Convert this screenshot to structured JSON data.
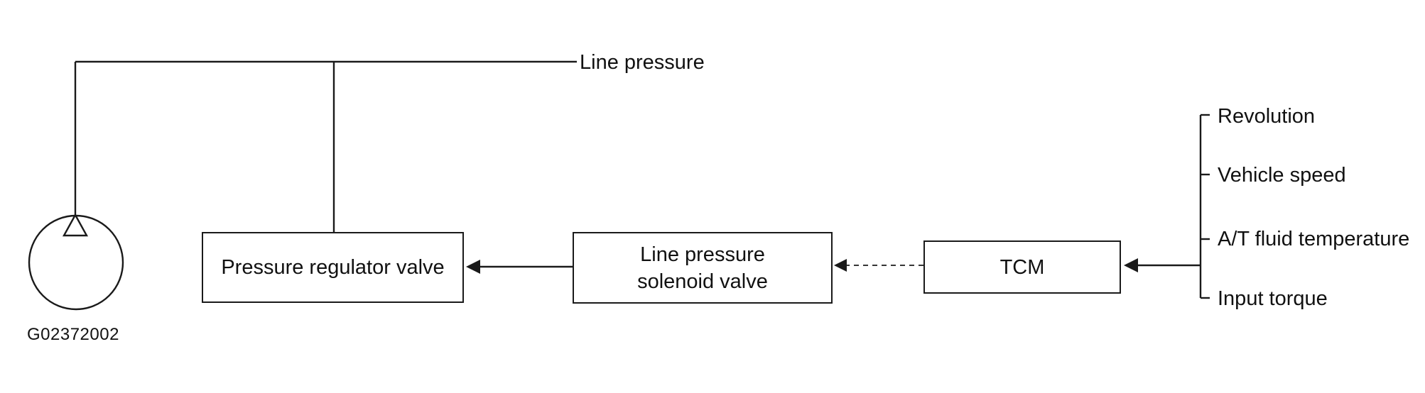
{
  "labels": {
    "line_pressure": "Line pressure",
    "pressure_regulator_valve": "Pressure regulator valve",
    "solenoid_line1": "Line pressure",
    "solenoid_line2": "solenoid valve",
    "tcm": "TCM",
    "figure_code": "G02372002"
  },
  "inputs": [
    "Revolution",
    "Vehicle speed",
    "A/T fluid temperature",
    "Input torque"
  ],
  "colors": {
    "ink": "#1a1a1a"
  }
}
